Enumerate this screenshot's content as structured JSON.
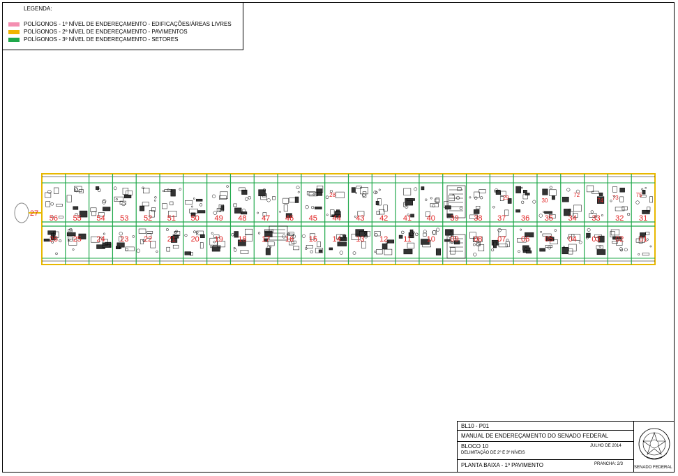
{
  "legend": {
    "title": "LEGENDA:",
    "items": [
      {
        "label": "POLÍGONOS - 1º NÍVEL DE ENDEREÇAMENTO - EDIFICAÇÕES/ÁREAS LIVRES",
        "color": "#f48fb1"
      },
      {
        "label": "POLÍGONOS - 2º NÍVEL DE ENDEREÇAMENTO - PAVIMENTOS",
        "color": "#f0b400"
      },
      {
        "label": "POLÍGONOS - 3º NÍVEL DE ENDEREÇAMENTO - SETORES",
        "color": "#1fa84a"
      }
    ]
  },
  "plan": {
    "outline_color": "#e8b800",
    "grid_color": "#1fa84a",
    "label_color": "#e02020",
    "external_label": "27",
    "top_row": [
      "56",
      "55",
      "54",
      "53",
      "52",
      "51",
      "50",
      "49",
      "48",
      "47",
      "46",
      "45",
      "44",
      "43",
      "42",
      "41",
      "40",
      "39",
      "38",
      "37",
      "36",
      "35",
      "34",
      "33",
      "32",
      "31"
    ],
    "top_row_extra": [
      "28",
      "29",
      "30",
      "72",
      "73",
      "74",
      "75"
    ],
    "bottom_row": [
      "26",
      "25",
      "24",
      "23",
      "22",
      "21",
      "20",
      "19",
      "18",
      "17",
      "16",
      "15",
      "14",
      "13",
      "12",
      "11",
      "10",
      "09",
      "08",
      "07",
      "06",
      "05",
      "04",
      "03",
      "02",
      "01"
    ]
  },
  "titleblock": {
    "code": "BL10 - P01",
    "manual": "MANUAL DE ENDEREÇAMENTO DO SENADO FEDERAL",
    "block": "BLOCO 10",
    "date": "JULHO DE 2014",
    "delimitation": "DELIMITAÇÃO DE 2º E 3º NÍVEIS",
    "plan_name": "PLANTA BAIXA - 1º PAVIMENTO",
    "sheet": "PRANCHA: 2/3",
    "seal_caption": "SENADO FEDERAL"
  }
}
